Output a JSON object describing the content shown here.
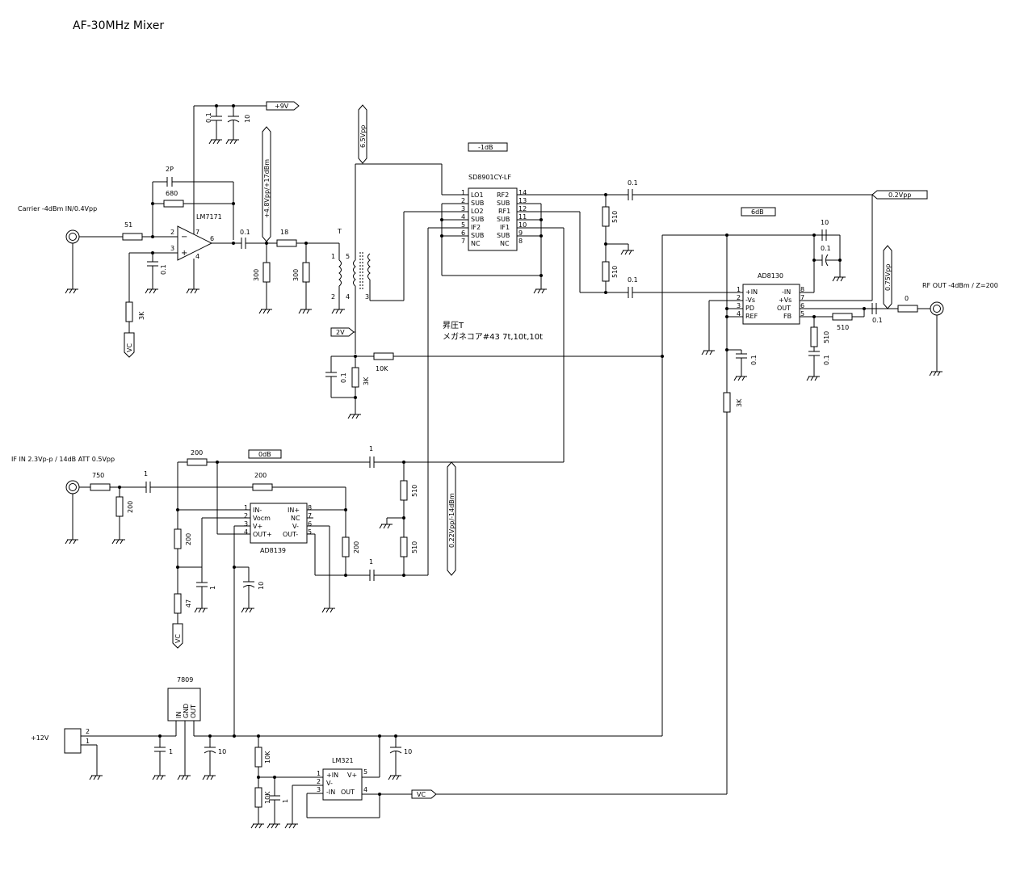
{
  "title": "AF-30MHz Mixer",
  "notes": {
    "carrier_in": "Carrier -4dBm IN/0.4Vpp",
    "if_in": "IF IN 2.3Vp-p / 14dB ATT 0.5Vpp",
    "rf_out": "RF OUT -4dBm / Z=200",
    "supply": "+12V",
    "transformer_title": "昇圧T",
    "transformer_desc": "メガネコア#43 7t,10t,10t"
  },
  "flags": {
    "plus9v": "+9V",
    "v2": "2V",
    "vc1": "VC",
    "vc2": "VC",
    "vc3": "VC",
    "l_6p5vpp": "6.5Vpp",
    "l_4p8vpp": "+4.8Vpp/+17dBm",
    "l_m1db": "-1dB",
    "l_6db": "6dB",
    "l_0db": "0dB",
    "l_0p2vpp": "0.2Vpp",
    "l_0p75vpp": "0.75Vpp",
    "l_0p22vpp": "0.22Vpp/-14dBm"
  },
  "components": {
    "r51": "51",
    "r680": "680",
    "c2p": "2P",
    "u_lm7171": "LM7171",
    "c_01_a": "0.1",
    "c_10_a": "10",
    "c_01_b": "0.1",
    "r3k_a": "3K",
    "c_01_c": "0.1",
    "r300_a": "300",
    "r18": "18",
    "r300_b": "300",
    "t_label": "T",
    "c_01_d": "0.1",
    "r3k_b": "3K",
    "r10k_a": "10K",
    "u_mixer": "SD8901CY-LF",
    "r510_a": "510",
    "r510_b": "510",
    "c_01_e": "0.1",
    "c_01_f": "0.1",
    "u_ad8130": "AD8130",
    "c_10_b": "10",
    "c_01_g": "0.1",
    "r510_c": "510",
    "r510_d": "510",
    "c_01_h": "0.1",
    "c_01_i": "0.1",
    "r0": "0",
    "r3k_c": "3K",
    "r750": "750",
    "r200_a": "200",
    "c1_a": "1",
    "r200_b": "200",
    "r200_c": "200",
    "r200_d": "200",
    "r200_e": "200",
    "c1_b": "1",
    "r47": "47",
    "c10_c": "10",
    "u_ad8139": "AD8139",
    "c1_c": "1",
    "c1_d": "1",
    "r510_e": "510",
    "r510_f": "510",
    "u_7809": "7809",
    "c1_e": "1",
    "c10_d": "10",
    "r10k_b": "10K",
    "r10k_c": "10K",
    "c1_f": "1",
    "u_lm321": "LM321",
    "c10_e": "10"
  },
  "pins": {
    "lm7171": [
      "2",
      "3",
      "6",
      "7",
      "4"
    ],
    "transformer": [
      "1",
      "2",
      "5",
      "4",
      "3"
    ],
    "sd8901_left_names": [
      "LO1",
      "SUB",
      "LO2",
      "SUB",
      "IF2",
      "SUB",
      "NC"
    ],
    "sd8901_left_nums": [
      "1",
      "2",
      "3",
      "4",
      "5",
      "6",
      "7"
    ],
    "sd8901_right_names": [
      "RF2",
      "SUB",
      "RF1",
      "SUB",
      "IF1",
      "SUB",
      "NC"
    ],
    "sd8901_right_nums": [
      "14",
      "13",
      "12",
      "11",
      "10",
      "9",
      "8"
    ],
    "ad8130_left_names": [
      "+IN",
      "-Vs",
      "PD",
      "REF"
    ],
    "ad8130_left_nums": [
      "1",
      "2",
      "3",
      "4"
    ],
    "ad8130_right_names": [
      "-IN",
      "+Vs",
      "OUT",
      "FB"
    ],
    "ad8130_right_nums": [
      "8",
      "7",
      "6",
      "5"
    ],
    "ad8139_left_names": [
      "IN-",
      "Vocm",
      "V+",
      "OUT+"
    ],
    "ad8139_left_nums": [
      "1",
      "2",
      "3",
      "4"
    ],
    "ad8139_right_names": [
      "IN+",
      "NC",
      "V-",
      "OUT-"
    ],
    "ad8139_right_nums": [
      "8",
      "7",
      "6",
      "5"
    ],
    "u7809": [
      "IN",
      "GND",
      "OUT"
    ],
    "conn": [
      "2",
      "1"
    ],
    "lm321_names": [
      "+IN",
      "V+",
      "V-",
      "-IN",
      "OUT"
    ],
    "lm321_nums": [
      "1",
      "2",
      "3",
      "5",
      "4"
    ]
  }
}
